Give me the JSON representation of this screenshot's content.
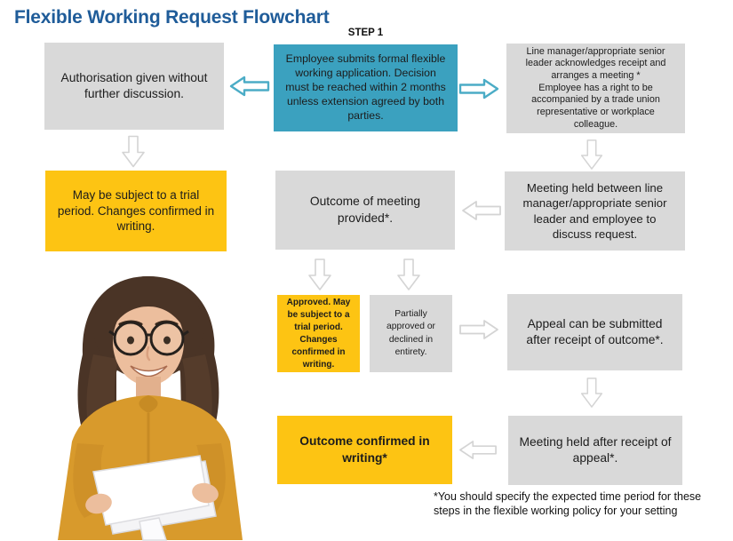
{
  "title": "Flexible Working Request Flowchart",
  "step_label": "STEP 1",
  "colors": {
    "title": "#1F5C99",
    "teal": "#3BA1BF",
    "teal_arrow": "#4BACC6",
    "gray": "#D9D9D9",
    "yellow": "#FDC413",
    "arrow_gray": "#D4D4D4"
  },
  "nodes": {
    "authorisation": {
      "text": "Authorisation given without further discussion."
    },
    "step1": {
      "text": "Employee submits formal flexible working application. Decision must be reached within 2 months unless extension agreed by both parties."
    },
    "acknowledge": {
      "line1": "Line manager/appropriate senior leader acknowledges receipt and arranges a meeting *",
      "line2": "Employee has a right to be accompanied by a trade union representative or workplace colleague."
    },
    "trial": {
      "text": "May be subject to a trial period. Changes confirmed in writing."
    },
    "outcome": {
      "text": "Outcome of meeting provided*."
    },
    "meeting": {
      "text": "Meeting held between line manager/appropriate senior leader and employee to discuss request."
    },
    "approved": {
      "text": "Approved. May be subject to a trial period. Changes confirmed in writing."
    },
    "partial": {
      "text": "Partially approved or declined in entirety."
    },
    "appeal": {
      "text": "Appeal can be submitted after receipt of outcome*."
    },
    "meeting_appeal": {
      "text": "Meeting held after receipt of appeal*."
    },
    "confirmed": {
      "text": "Outcome confirmed in writing*"
    }
  },
  "footnote": "*You should specify the expected time period for these steps in the flexible working policy for your setting",
  "photo_alt": "woman-with-glasses-holding-papers"
}
